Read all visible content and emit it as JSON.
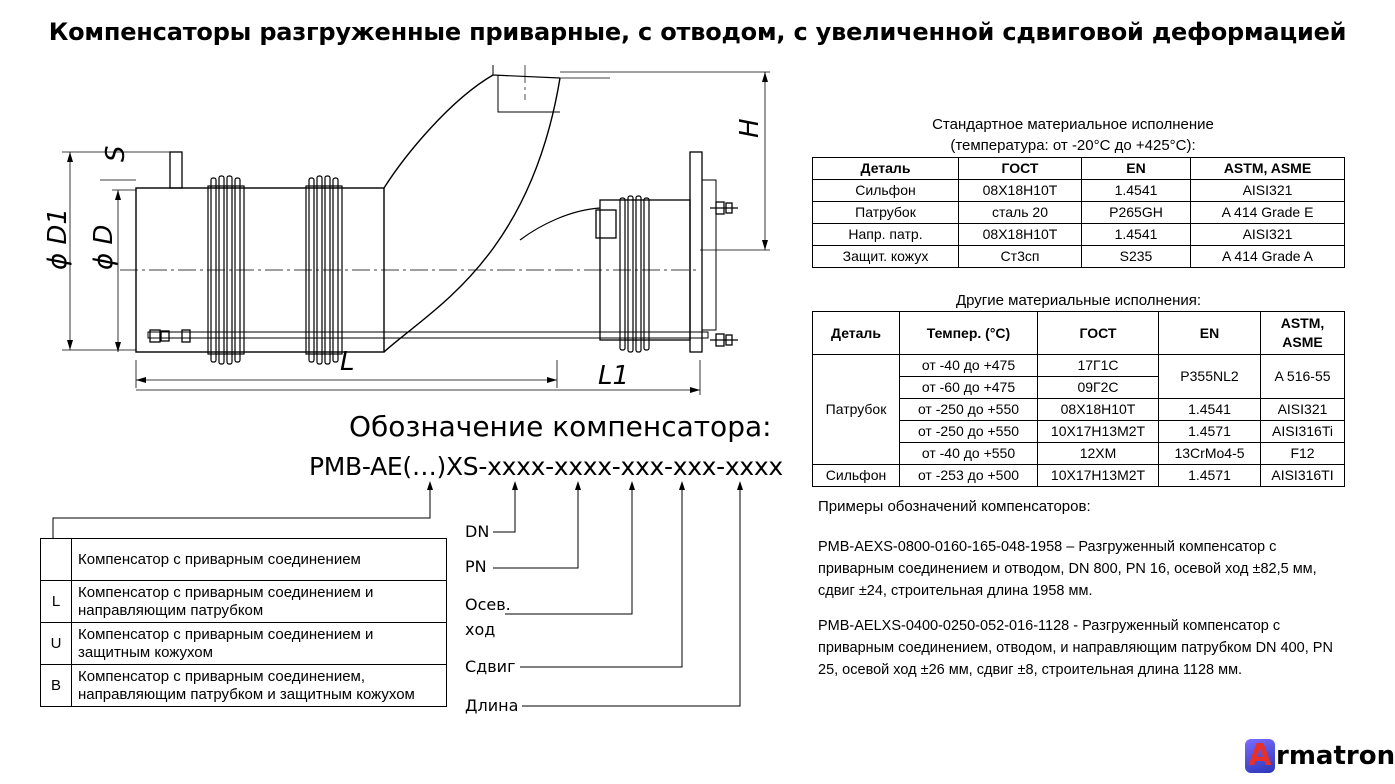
{
  "title": "Компенсаторы разгруженные приварные, с отводом, с увеличенной сдвиговой деформацией",
  "drawing": {
    "labels": {
      "s": "S",
      "d1": "ϕ D1",
      "d": "ϕ D",
      "h": "H",
      "l": "L",
      "l1": "L1"
    }
  },
  "standard": {
    "caption_line1": "Стандартное материальное исполнение",
    "caption_line2": "(температура: от -20°С до +425°С):",
    "headers": [
      "Деталь",
      "ГОСТ",
      "EN",
      "ASTM, ASME"
    ],
    "rows": [
      [
        "Сильфон",
        "08Х18Н10Т",
        "1.4541",
        "AISI321"
      ],
      [
        "Патрубок",
        "сталь 20",
        "P265GH",
        "A 414 Grade E"
      ],
      [
        "Напр. патр.",
        "08Х18Н10Т",
        "1.4541",
        "AISI321"
      ],
      [
        "Защит. кожух",
        "Ст3сп",
        "S235",
        "A 414 Grade A"
      ]
    ]
  },
  "other": {
    "caption": "Другие материальные исполнения:",
    "headers": [
      "Деталь",
      "Темпер. (°С)",
      "ГОСТ",
      "EN",
      "ASTM, ASME"
    ],
    "patrubok_label": "Патрубок",
    "rows": [
      [
        "от -40 до +475",
        "17Г1С"
      ],
      [
        "от -60 до +475",
        "09Г2С"
      ],
      [
        "от -250 до +550",
        "08Х18Н10Т",
        "1.4541",
        "AISI321"
      ],
      [
        "от -250 до +550",
        "10Х17Н13М2Т",
        "1.4571",
        "AISI316Ti"
      ],
      [
        "от -40 до +550",
        "12ХМ",
        "13CrMo4-5",
        "F12"
      ]
    ],
    "merged_en": "P355NL2",
    "merged_astm": "A 516-55",
    "silfon_row": [
      "Сильфон",
      "от -253 до +500",
      "10Х17Н13М2Т",
      "1.4571",
      "AISI316TI"
    ]
  },
  "designation": {
    "title": "Обозначение компенсатора:",
    "code": "PMB-AE(…)XS-xxxx-xxxx-xxx-xxx-xxxx",
    "params": [
      "DN",
      "PN",
      "Осев.",
      "ход",
      "Сдвиг",
      "Длина"
    ]
  },
  "types": [
    {
      "code": "",
      "desc": "Компенсатор с приварным соединением"
    },
    {
      "code": "L",
      "desc": "Компенсатор с приварным соединением и направляющим патрубком"
    },
    {
      "code": "U",
      "desc": "Компенсатор с приварным соединением и защитным кожухом"
    },
    {
      "code": "B",
      "desc": "Компенсатор с приварным соединением, направляющим патрубком и защитным кожухом"
    }
  ],
  "examples": {
    "heading": "Примеры обозначений компенсаторов:",
    "items": [
      "PMB-AEXS-0800-0160-165-048-1958 – Разгруженный компенсатор с приварным соединением и отводом, DN 800, PN 16, осевой ход ±82,5 мм, сдвиг ±24, строительная длина 1958 мм.",
      "PMB-AELXS-0400-0250-052-016-1128 - Разгруженный компенсатор с приварным соединением, отводом, и направляющим патрубком DN 400, PN 25, осевой ход ±26 мм, сдвиг ±8, строительная длина 1128 мм."
    ]
  },
  "logo": {
    "letter": "A",
    "rest": "rmatron",
    "box_color": "#3a3fd0",
    "letter_color": "#e8302b"
  }
}
